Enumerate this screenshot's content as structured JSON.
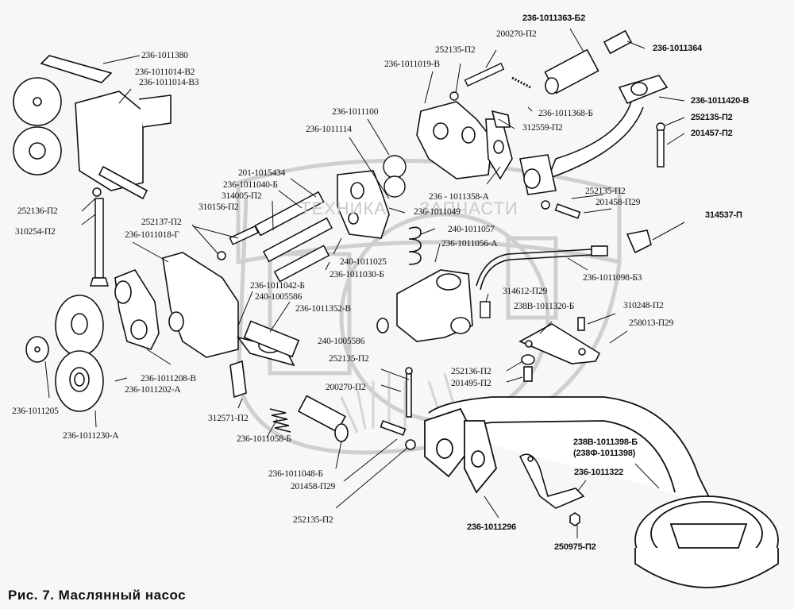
{
  "caption": "Рис. 7. Маслянный насос",
  "watermark": {
    "left_text": "ТЕХНИКА",
    "right_text": "ЗАПЧАСТИ"
  },
  "parts": [
    {
      "id": "236-1011380",
      "label": "236-1011380"
    },
    {
      "id": "236-1011014-B2",
      "label": "236-1011014-В2"
    },
    {
      "id": "236-1011014-B3",
      "label": "236-1011014-В3"
    },
    {
      "id": "252136-P2-a",
      "label": "252136-П2"
    },
    {
      "id": "310254-P2",
      "label": "310254-П2"
    },
    {
      "id": "252137-P2",
      "label": "252137-П2"
    },
    {
      "id": "236-1011018-G",
      "label": "236-1011018-Г"
    },
    {
      "id": "201-1015434",
      "label": "201-1015434"
    },
    {
      "id": "236-1011040-B",
      "label": "236-1011040-Б"
    },
    {
      "id": "314005-P2",
      "label": "314005-П2"
    },
    {
      "id": "310156-P2",
      "label": "310156-П2"
    },
    {
      "id": "236-1011100",
      "label": "236-1011100"
    },
    {
      "id": "236-1011114",
      "label": "236-1011114"
    },
    {
      "id": "240-1011025",
      "label": "240-1011025"
    },
    {
      "id": "236-1011030-B",
      "label": "236-1011030-Б"
    },
    {
      "id": "236-1011042-B",
      "label": "236-1011042-Б"
    },
    {
      "id": "240-1005586-a",
      "label": "240-1005586"
    },
    {
      "id": "236-1011352-V",
      "label": "236-1011352-В"
    },
    {
      "id": "236-1011208-V",
      "label": "236-1011208-В"
    },
    {
      "id": "236-1011202-A",
      "label": "236-1011202-А"
    },
    {
      "id": "236-1011205",
      "label": "236-1011205"
    },
    {
      "id": "236-1011230-A",
      "label": "236-1011230-А"
    },
    {
      "id": "312571-P2",
      "label": "312571-П2"
    },
    {
      "id": "236-1011058-B",
      "label": "236-1011058-Б"
    },
    {
      "id": "236-1011048-B",
      "label": "236-1011048-Б"
    },
    {
      "id": "201458-P29-a",
      "label": "201458-П29"
    },
    {
      "id": "252135-P2-bottom",
      "label": "252135-П2"
    },
    {
      "id": "240-1005586-b",
      "label": "240-1005586"
    },
    {
      "id": "252135-P2-mid",
      "label": "252135-П2"
    },
    {
      "id": "200270-P2-mid",
      "label": "200270-П2"
    },
    {
      "id": "252135-P2-top",
      "label": "252135-П2"
    },
    {
      "id": "200270-P2-top",
      "label": "200270-П2"
    },
    {
      "id": "236-1011019-V",
      "label": "236-1011019-В"
    },
    {
      "id": "236-1011363-B2",
      "label": "236-1011363-Б2"
    },
    {
      "id": "236-1011364",
      "label": "236-1011364"
    },
    {
      "id": "236-1011368-B",
      "label": "236-1011368-Б"
    },
    {
      "id": "312559-P2",
      "label": "312559-П2"
    },
    {
      "id": "236-1011420-V",
      "label": "236-1011420-В"
    },
    {
      "id": "252135-P2-right",
      "label": "252135-П2"
    },
    {
      "id": "201457-P2",
      "label": "201457-П2"
    },
    {
      "id": "236-1011358-A",
      "label": "236 - 1011358-А"
    },
    {
      "id": "236-1011049",
      "label": "236-1011049"
    },
    {
      "id": "240-1011057",
      "label": "240-1011057"
    },
    {
      "id": "236-1011056-A",
      "label": "236-1011056-А"
    },
    {
      "id": "252135-P2-r2",
      "label": "252135-П2"
    },
    {
      "id": "201458-P29-b",
      "label": "201458-П29"
    },
    {
      "id": "314537-P",
      "label": "314537-П"
    },
    {
      "id": "236-1011098-B3",
      "label": "236-1011098-Б3"
    },
    {
      "id": "314612-P29",
      "label": "314612-П29"
    },
    {
      "id": "238V-1011320-B",
      "label": "238В-1011320-Б"
    },
    {
      "id": "310248-P2",
      "label": "310248-П2"
    },
    {
      "id": "258013-P29",
      "label": "258013-П29"
    },
    {
      "id": "252136-P2-b",
      "label": "252136-П2"
    },
    {
      "id": "201495-P2",
      "label": "201495-П2"
    },
    {
      "id": "238V-1011398-B",
      "label": "238В-1011398-Б"
    },
    {
      "id": "238F-1011398",
      "label": "(238Ф-1011398)"
    },
    {
      "id": "236-1011322",
      "label": "236-1011322"
    },
    {
      "id": "236-1011296",
      "label": "236-1011296"
    },
    {
      "id": "250975-P2",
      "label": "250975-П2"
    }
  ]
}
